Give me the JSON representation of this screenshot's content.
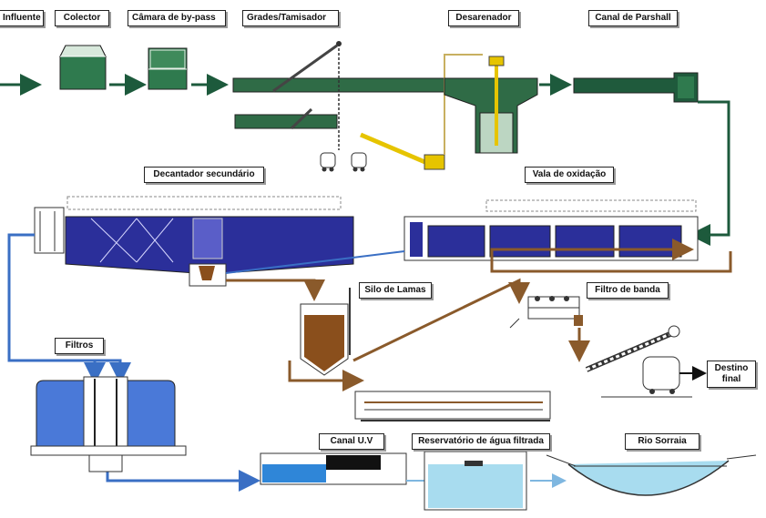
{
  "diagram": {
    "labels": {
      "influente": "Influente",
      "colector": "Colector",
      "bypass": "Câmara de by-pass",
      "grades": "Grades/Tamisador",
      "desarenador": "Desarenador",
      "parshall": "Canal de Parshall",
      "decantador": "Decantador secundário",
      "vala": "Vala de oxidação",
      "silo": "Silo de Lamas",
      "filtro_banda": "Filtro de banda",
      "filtros": "Filtros",
      "destino_line1": "Destino",
      "destino_line2": "final",
      "canal_uv": "Canal U.V",
      "reservatorio": "Reservatório de água filtrada",
      "rio": "Rio Sorraia"
    },
    "colors": {
      "water_pipe": "#1d5a3c",
      "sludge_pipe": "#8a5a2b",
      "treated_pipe": "#3a6fc4",
      "tank_water": "#2b2f9a",
      "sludge": "#8a4f1c",
      "light_water": "#a8dcef",
      "structure": "#2f6b46"
    }
  }
}
